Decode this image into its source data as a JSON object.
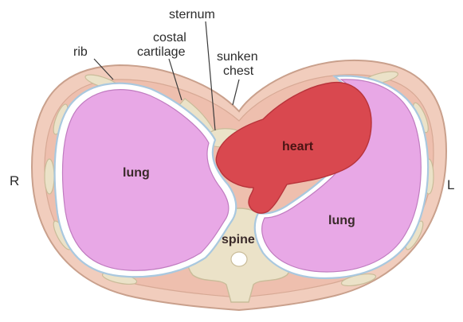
{
  "labels": {
    "sternum": "sternum",
    "costal_line1": "costal",
    "costal_line2": "cartilage",
    "rib": "rib",
    "sunken_line1": "sunken",
    "sunken_line2": "chest",
    "heart": "heart",
    "lung_right": "lung",
    "lung_left": "lung",
    "spine": "spine",
    "side_right": "R",
    "side_left": "L"
  },
  "colors": {
    "skin": "#f1cdbd",
    "skin_outline": "#c9a08c",
    "bone": "#ebe2c8",
    "bone_outline": "#c9bc99",
    "lung": "#e8a8e6",
    "lung_outline": "#c07cc0",
    "pleura": "#a9c8df",
    "heart": "#d9484f",
    "cavity": "#ffffff"
  }
}
